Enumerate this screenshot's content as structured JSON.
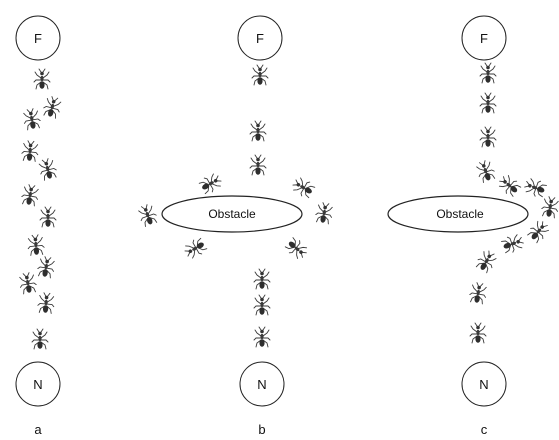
{
  "panels": [
    {
      "id": "a",
      "top_node": "F",
      "bottom_node": "N",
      "caption": "a",
      "obstacle": ""
    },
    {
      "id": "b",
      "top_node": "F",
      "bottom_node": "N",
      "caption": "b",
      "obstacle": "Obstacle"
    },
    {
      "id": "c",
      "top_node": "F",
      "bottom_node": "N",
      "caption": "c",
      "obstacle": "Obstacle"
    }
  ],
  "colors": {
    "ant": "#3a3a3a",
    "stroke": "#222222",
    "background": "#ffffff"
  },
  "icons": {
    "ant": "ant-icon"
  }
}
